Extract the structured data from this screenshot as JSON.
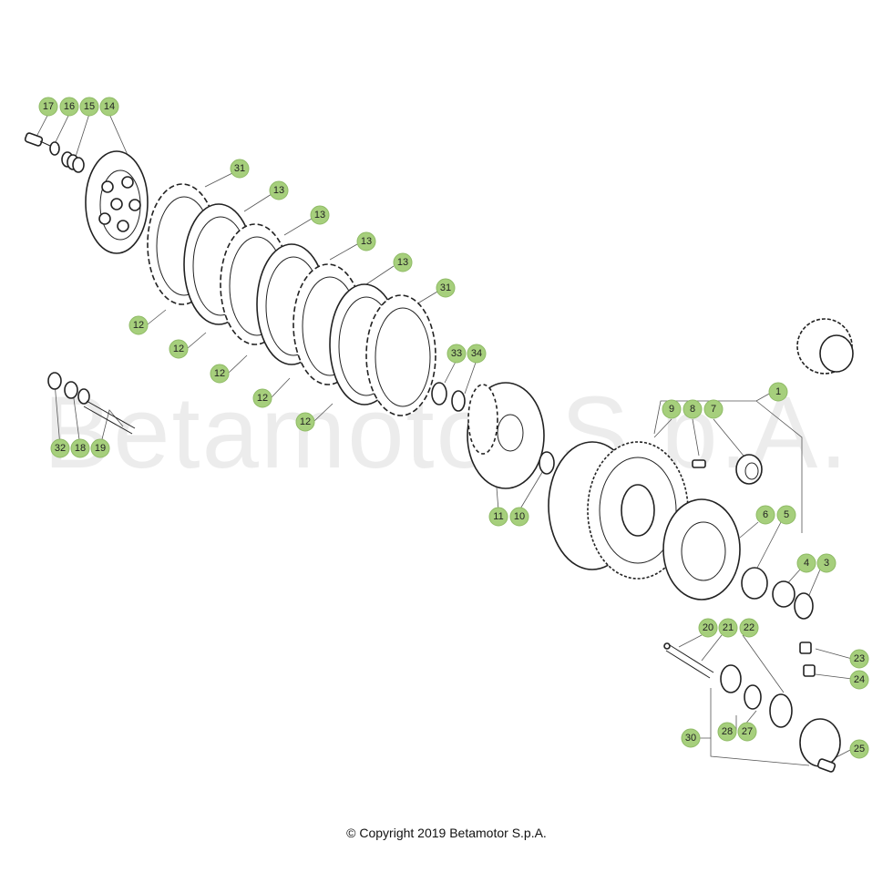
{
  "watermark": "Betamotor S.p.A.",
  "copyright": "© Copyright 2019 Betamotor S.p.A.",
  "callout_color": "#a6cf7c",
  "callouts": [
    {
      "id": "c17",
      "label": "17"
    },
    {
      "id": "c16",
      "label": "16"
    },
    {
      "id": "c15",
      "label": "15"
    },
    {
      "id": "c14",
      "label": "14"
    },
    {
      "id": "c31a",
      "label": "31"
    },
    {
      "id": "c13a",
      "label": "13"
    },
    {
      "id": "c13b",
      "label": "13"
    },
    {
      "id": "c13c",
      "label": "13"
    },
    {
      "id": "c13d",
      "label": "13"
    },
    {
      "id": "c31b",
      "label": "31"
    },
    {
      "id": "c12a",
      "label": "12"
    },
    {
      "id": "c12b",
      "label": "12"
    },
    {
      "id": "c12c",
      "label": "12"
    },
    {
      "id": "c12d",
      "label": "12"
    },
    {
      "id": "c12e",
      "label": "12"
    },
    {
      "id": "c33",
      "label": "33"
    },
    {
      "id": "c34",
      "label": "34"
    },
    {
      "id": "c32",
      "label": "32"
    },
    {
      "id": "c18",
      "label": "18"
    },
    {
      "id": "c19",
      "label": "19"
    },
    {
      "id": "c1",
      "label": "1"
    },
    {
      "id": "c9",
      "label": "9"
    },
    {
      "id": "c8",
      "label": "8"
    },
    {
      "id": "c7",
      "label": "7"
    },
    {
      "id": "c11",
      "label": "11"
    },
    {
      "id": "c10",
      "label": "10"
    },
    {
      "id": "c6",
      "label": "6"
    },
    {
      "id": "c5",
      "label": "5"
    },
    {
      "id": "c4",
      "label": "4"
    },
    {
      "id": "c3",
      "label": "3"
    },
    {
      "id": "c20",
      "label": "20"
    },
    {
      "id": "c21",
      "label": "21"
    },
    {
      "id": "c22",
      "label": "22"
    },
    {
      "id": "c23",
      "label": "23"
    },
    {
      "id": "c24",
      "label": "24"
    },
    {
      "id": "c30",
      "label": "30"
    },
    {
      "id": "c28",
      "label": "28"
    },
    {
      "id": "c27",
      "label": "27"
    },
    {
      "id": "c25",
      "label": "25"
    }
  ]
}
